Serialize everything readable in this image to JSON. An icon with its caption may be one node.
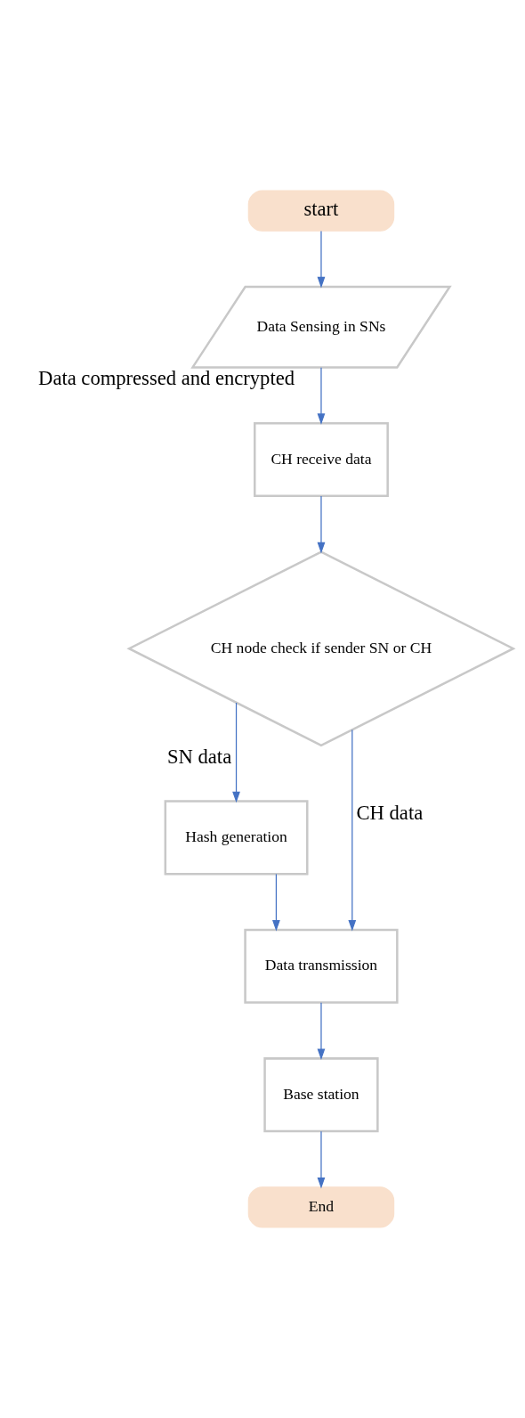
{
  "diagram": {
    "nodes": [
      {
        "text": [
          "start"
        ]
      },
      {
        "text": [
          "Data Sensing in SNs"
        ]
      },
      {
        "text": [
          "CH receive data"
        ]
      },
      {
        "text": [
          "CH node check if sender SN or CH"
        ]
      },
      {
        "text": [
          "Hash generation"
        ]
      },
      {
        "text": [
          "Data transmission"
        ]
      },
      {
        "text": [
          "Base station"
        ]
      },
      {
        "text": [
          "End"
        ]
      }
    ],
    "edges": [
      {
        "from": 0,
        "to": 1,
        "arrow": "to"
      },
      {
        "from": 1,
        "to": 2,
        "arrow": "to",
        "label": "Data compressed and encrypted"
      },
      {
        "from": 2,
        "to": 3,
        "arrow": "to"
      },
      {
        "from": 3,
        "to": 4,
        "arrow": "to",
        "label": "SN data"
      },
      {
        "from": 4,
        "to": 5,
        "arrow": "to"
      },
      {
        "from": 3,
        "to": 5,
        "arrow": "to",
        "label": "CH data"
      },
      {
        "from": 5,
        "to": 6,
        "arrow": "to"
      },
      {
        "from": 6,
        "to": 7,
        "arrow": "to"
      }
    ]
  }
}
